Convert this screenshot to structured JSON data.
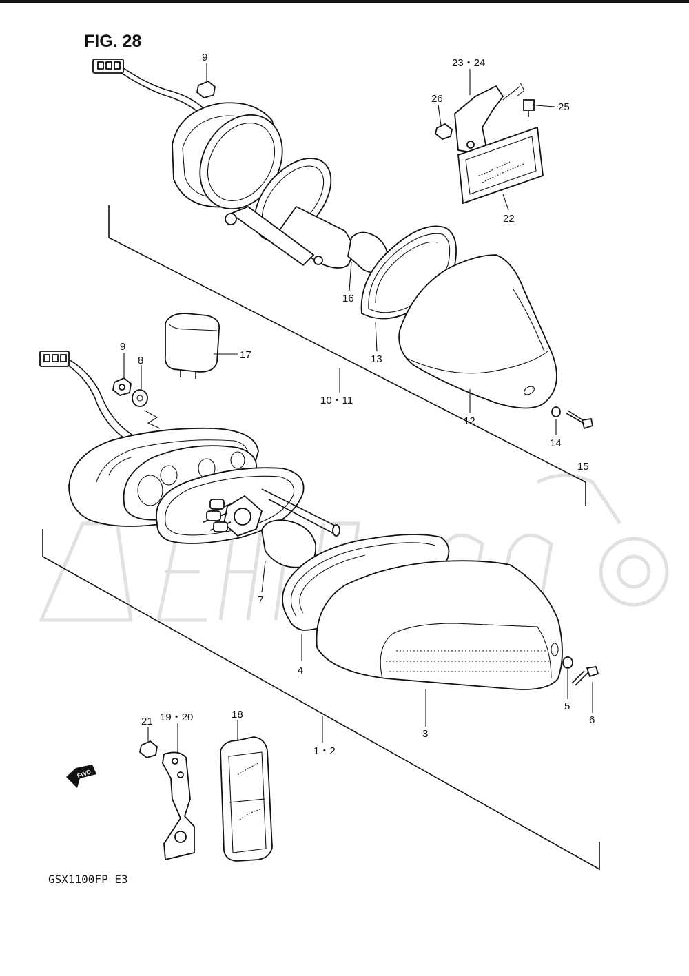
{
  "figure": {
    "title": "FIG. 28",
    "model_code": "GSX1100FP  E3",
    "watermark": "AeHTIIIo",
    "direction_mark": "FWD"
  },
  "callouts": {
    "c9_top": "9",
    "c23_24": "23・24",
    "c26": "26",
    "c25": "25",
    "c22": "22",
    "c16": "16",
    "c13": "13",
    "c17": "17",
    "c9_mid": "9",
    "c8": "8",
    "c10_11": "10・11",
    "c12": "12",
    "c14": "14",
    "c15": "15",
    "c7": "7",
    "c4": "4",
    "c3": "3",
    "c5": "5",
    "c6": "6",
    "c21": "21",
    "c19_20": "19・20",
    "c18": "18",
    "c1_2": "1・2"
  },
  "colors": {
    "ink": "#111111",
    "paper": "#ffffff",
    "watermark": "#c8c8c8"
  }
}
